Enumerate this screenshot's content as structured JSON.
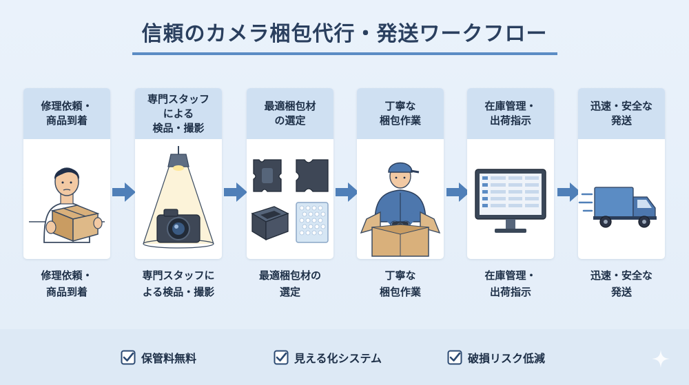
{
  "title": "信頼のカメラ梱包代行・発送ワークフロー",
  "steps": [
    {
      "header_line1": "修理依頼・",
      "header_line2": "商品到着",
      "header_line3": "",
      "caption_line1": "修理依頼・",
      "caption_line2": "商品到着",
      "icon": "person-holding-box-icon"
    },
    {
      "header_line1": "専門スタッフ",
      "header_line2": "による",
      "header_line3": "検品・撮影",
      "caption_line1": "専門スタッフに",
      "caption_line2": "よる検品・撮影",
      "icon": "camera-spotlight-icon"
    },
    {
      "header_line1": "最適梱包材",
      "header_line2": "の選定",
      "header_line3": "",
      "caption_line1": "最適梱包材の",
      "caption_line2": "選定",
      "icon": "packing-materials-icon"
    },
    {
      "header_line1": "丁寧な",
      "header_line2": "梱包作業",
      "header_line3": "",
      "caption_line1": "丁寧な",
      "caption_line2": "梱包作業",
      "icon": "worker-packing-icon"
    },
    {
      "header_line1": "在庫管理・",
      "header_line2": "出荷指示",
      "header_line3": "",
      "caption_line1": "在庫管理・",
      "caption_line2": "出荷指示",
      "icon": "monitor-inventory-icon"
    },
    {
      "header_line1": "迅速・安全な",
      "header_line2": "発送",
      "header_line3": "",
      "caption_line1": "迅速・安全な",
      "caption_line2": "発送",
      "icon": "delivery-truck-icon"
    }
  ],
  "features": [
    {
      "label": "保管料無料",
      "icon": "checkbox-icon"
    },
    {
      "label": "見える化システム",
      "icon": "checkbox-icon"
    },
    {
      "label": "破損リスク低減",
      "icon": "checkbox-icon"
    }
  ],
  "colors": {
    "header_bg": "#cfe0f2",
    "accent": "#5b8cc4",
    "arrow": "#4f7fb8",
    "text": "#1d2f47"
  }
}
